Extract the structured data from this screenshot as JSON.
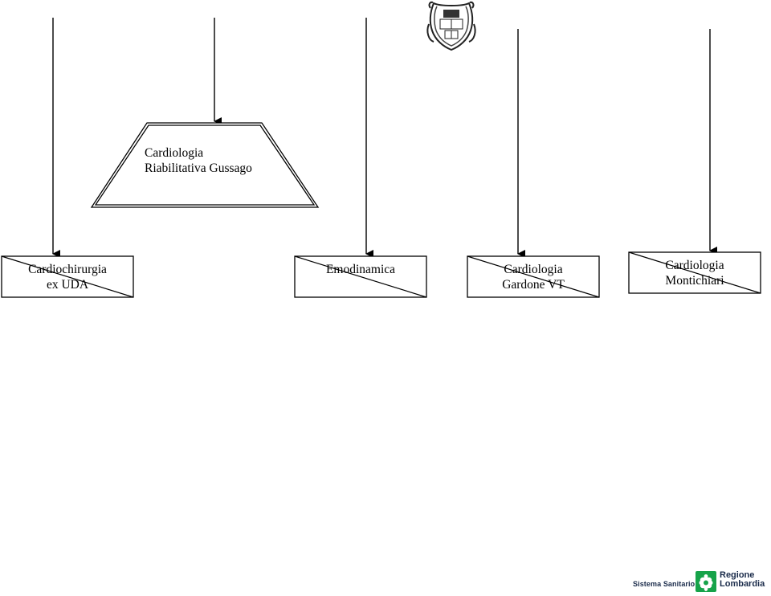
{
  "nodes": {
    "riabilitativa": {
      "line1": "Cardiologia",
      "line2": "Riabilitativa Gussago"
    },
    "cardiochirurgia": {
      "line1": "Cardiochirurgia",
      "line2": "ex UDA"
    },
    "emodinamica": {
      "line1": "Emodinamica"
    },
    "gardone": {
      "line1": "Cardiologia",
      "line2": "Gardone VT"
    },
    "montichiari": {
      "line1": "Cardiologia",
      "line2": "Montichiari"
    }
  },
  "footer": {
    "sistema": "Sistema Sanitario",
    "regione_line1": "Regione",
    "regione_line2": "Lombardia"
  },
  "colors": {
    "stroke": "#000000",
    "brand_green": "#16a34a",
    "brand_navy": "#1a2b4a"
  }
}
